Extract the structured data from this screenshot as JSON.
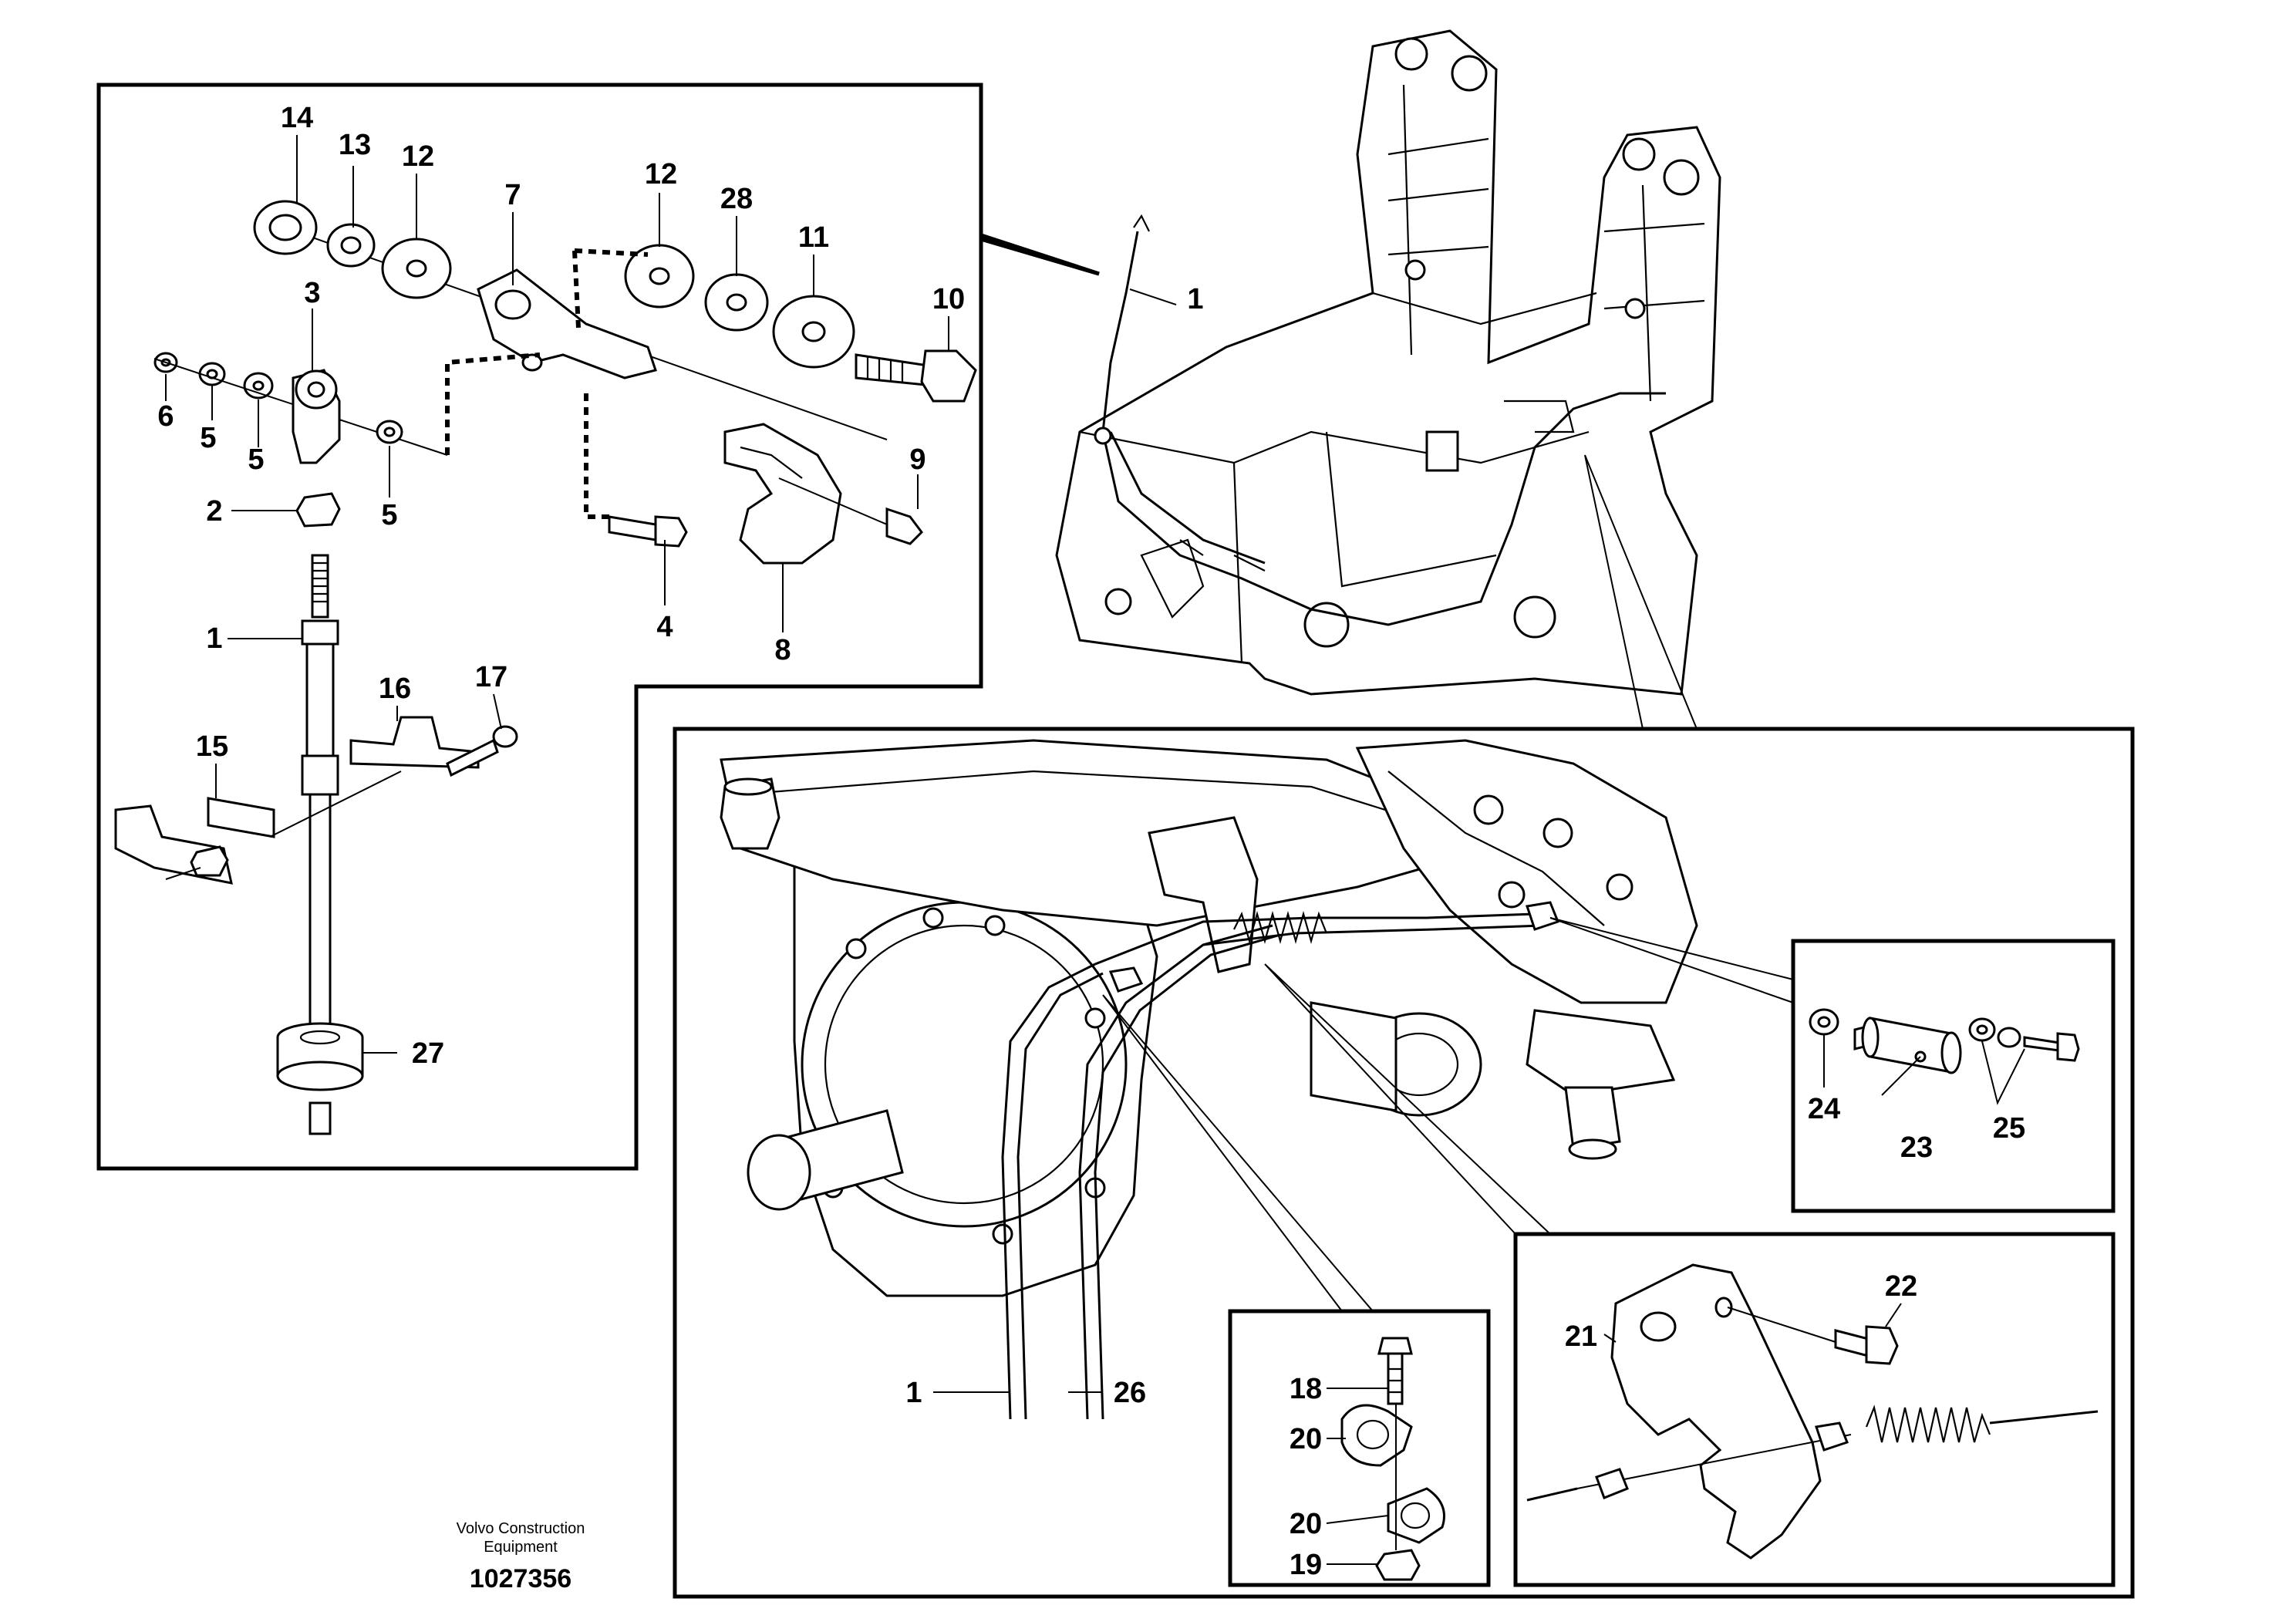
{
  "callouts": {
    "c14": "14",
    "c13": "13",
    "c12a": "12",
    "c7": "7",
    "c12b": "12",
    "c28": "28",
    "c11": "11",
    "c3": "3",
    "c10": "10",
    "c6": "6",
    "c5a": "5",
    "c5b": "5",
    "c5c": "5",
    "c9": "9",
    "c2": "2",
    "c1a": "1",
    "c4": "4",
    "c8": "8",
    "c16": "16",
    "c17": "17",
    "c15": "15",
    "c27": "27",
    "c1b": "1",
    "c24": "24",
    "c23": "23",
    "c25": "25",
    "c22": "22",
    "c21": "21",
    "c18": "18",
    "c20a": "20",
    "c20b": "20",
    "c19": "19",
    "c1c": "1",
    "c26": "26"
  },
  "footer": {
    "company_line1": "Volvo Construction",
    "company_line2": "Equipment",
    "doc_number": "1027356"
  }
}
